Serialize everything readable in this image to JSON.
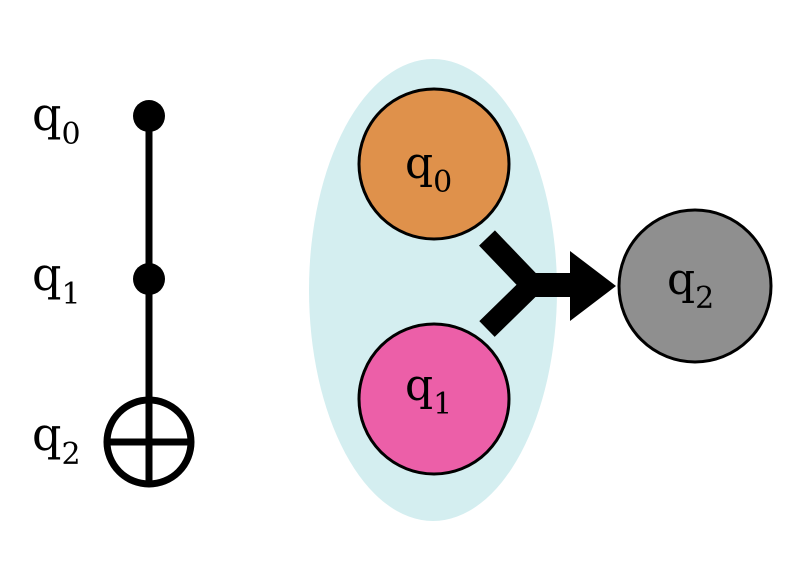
{
  "colors": {
    "background": "#ffffff",
    "wire": "#000000",
    "control_dot": "#000000",
    "ellipse_fill": "#d4eef0",
    "q0_node": "#df914b",
    "q1_node": "#ec5fa8",
    "q2_node": "#8f8f8f",
    "stroke": "#000000"
  },
  "circuit": {
    "gate": "toffoli",
    "wires": [
      {
        "base": "q",
        "index": "0",
        "role": "control"
      },
      {
        "base": "q",
        "index": "1",
        "role": "control"
      },
      {
        "base": "q",
        "index": "2",
        "role": "target"
      }
    ]
  },
  "graph": {
    "group_nodes": [
      {
        "base": "q",
        "index": "0",
        "color_key": "q0_node"
      },
      {
        "base": "q",
        "index": "1",
        "color_key": "q1_node"
      }
    ],
    "target_node": {
      "base": "q",
      "index": "2",
      "color_key": "q2_node"
    },
    "connector_icon": "merge-arrow-icon"
  }
}
